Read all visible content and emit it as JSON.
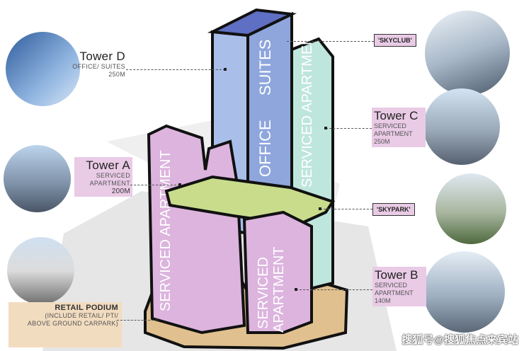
{
  "towers": {
    "d": {
      "name": "Tower D",
      "use": "OFFICE/ SUITES",
      "height": "250M"
    },
    "a": {
      "name": "Tower A",
      "use": "SERVICED",
      "use2": "APARTMENT",
      "height": "200M"
    },
    "c": {
      "name": "Tower C",
      "use": "SERVICED",
      "use2": "APARTMENT",
      "height": "250M"
    },
    "b": {
      "name": "Tower B",
      "use": "SERVICED",
      "use2": "APARTMENT",
      "height": "140M"
    }
  },
  "retail": {
    "title": "RETAIL PODIUM",
    "line1": "(INCLUDE RETAIL/ PTI/",
    "line2": "ABOVE GROUND CARPARK)"
  },
  "tags": {
    "skyclub": "'SKYCLUB'",
    "skypark": "'SKYPARK'"
  },
  "building_text": {
    "office": "OFFICE",
    "suites": "SUITES",
    "serviced": "SERVICED",
    "apartment": "APARTMENT",
    "serviced_apartment": "SERVICED APARTMENT"
  },
  "watermark": "搜狐号@搜狐焦点来宾站",
  "colors": {
    "office": "#9fb6e4",
    "residential": "#dcb4de",
    "tower_c": "#bfe6dc",
    "skypark": "#c8dc8c",
    "podium": "#e0c08e"
  }
}
